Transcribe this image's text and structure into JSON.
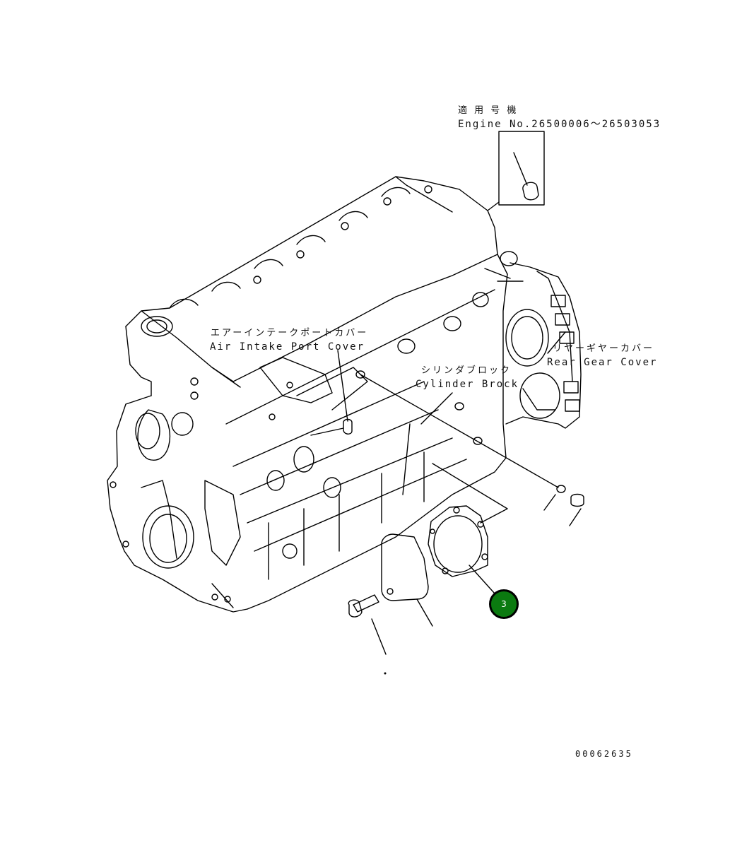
{
  "applicability": {
    "title_jp": "適 用 号 機",
    "engine_range": "Engine No.26500006～26503053"
  },
  "labels": {
    "air_intake_jp": "エアーインテークポートカバー",
    "air_intake_en": "Air Intake Port Cover",
    "cylinder_jp": "シリンダブロック",
    "cylinder_en": "Cylinder Brock",
    "rear_gear_jp": "リヤーギヤーカバー",
    "rear_gear_en": "Rear Gear Cover"
  },
  "callout": {
    "number": "3",
    "color": "#0b7a10"
  },
  "drawing_id": "00062635"
}
